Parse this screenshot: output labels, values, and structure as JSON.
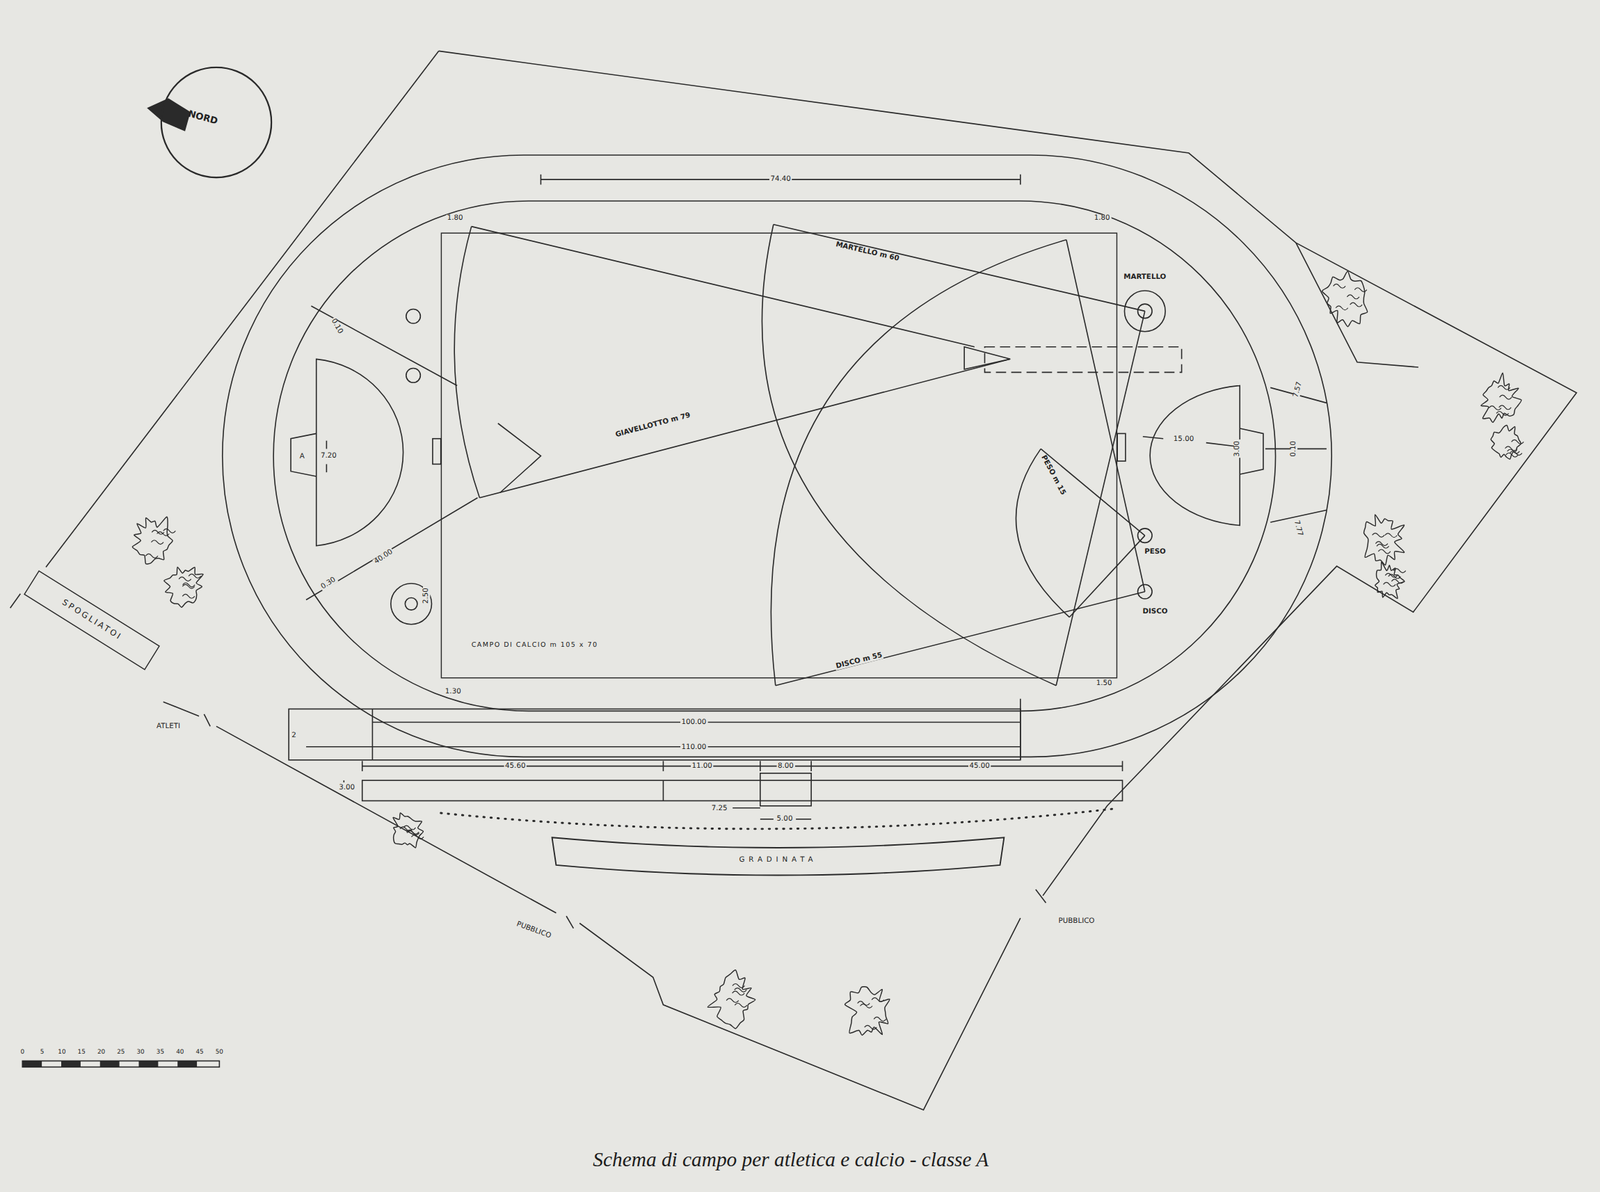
{
  "diagram": {
    "caption": "Schema di campo per atletica e calcio - classe A",
    "nodes": [
      {
        "text": [
          "NORD"
        ]
      },
      {
        "text": [
          "CAMPO DI CALCIO m 105 x 70"
        ]
      },
      {
        "text": [
          "SPOGLIATOI"
        ]
      },
      {
        "text": [
          "GRADINATA"
        ]
      }
    ],
    "labels": [
      "74.40",
      "1.80",
      "1.80",
      "1.30",
      "1.50",
      "MARTELLO m 60",
      "MARTELLO",
      "GIAVELLOTTO m 79",
      "PESO m 15",
      "PESO",
      "DISCO",
      "DISCO m 55",
      "0.10",
      "40.00",
      "0.30",
      "7.20",
      "A",
      "2.50",
      "7.57",
      "15.00",
      "3.00",
      "0.10",
      "7.77",
      "2",
      "100.00",
      "110.00",
      "45.60",
      "11.00",
      "8.00",
      "45.00",
      "3.00",
      "7.25",
      "5.00",
      "ATLETI",
      "PUBBLICO",
      "PUBBLICO",
      "0",
      "5",
      "10",
      "15",
      "20",
      "25",
      "30",
      "35",
      "40",
      "45",
      "50"
    ]
  }
}
